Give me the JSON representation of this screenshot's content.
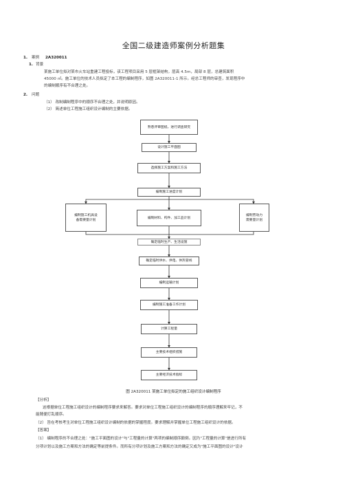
{
  "doc": {
    "title": "全国二级建造师案例分析题集",
    "q1": {
      "num": "1.",
      "label": "案例",
      "code": "2A320011"
    },
    "bg": {
      "num": "1.",
      "label": "背景"
    },
    "bg_lines": [
      "某施工单位拟对某市火车站重建工程投标，该工程项目采用 5 层框架结构，层高 4.5m，局部 8 层，总建筑面积",
      "45000 ㎡。施工单位的技术人员拟定了本工程的编制程序，如图 2A320011-1 所示。经总工程师的审查，发现程序中",
      "的编制顺序有不合理之处。"
    ],
    "q2": {
      "num": "2.",
      "label": "问题"
    },
    "questions": [
      "（1）  改制编制程序中的顺序不合理之处，并说明原因。",
      "（2）  简述单位工程施工组织设计编制的主要依据。"
    ],
    "flow": {
      "n1": "熟悉评审图纸，进行调查研究",
      "n2": "设计施工平面图",
      "n3": "选择施工方案和施工方法",
      "n4": "编制施工进度计划",
      "left1": "编制施工机具设",
      "left2": "备需要量计划",
      "mid": "编制材料、构件、加工品计划",
      "right1": "编制劳动力",
      "right2": "需要量计划",
      "n6": "确定临时生产、生活设施",
      "n7": "确定临时供水、供电、供热管线",
      "n8": "编制运输计划",
      "n9": "编制施工准备工作计划",
      "n10": "计算工程量",
      "n11": "主要技术组织措施",
      "n12": "主要经济技术指标"
    },
    "caption": "图 2A320011 某施工单位拟定的施工组织设计编制程序",
    "analysis_label": "【分析】",
    "analysis_lines": [
      "这根据单位工程施工组织设计的编制程序要求来解答。要求对单位工程施工组织设计的编制程序的顺序理解来牢记，不",
      "能随便打乱顺序。"
    ],
    "analysis2": "（2）  旨在考核考生对单位工程施工组织设计编制的依据的掌握程度。要求理解并掌握单位工程施工组织设计的依据。",
    "answer_label": "【答案】",
    "answer_lines": [
      "（1）  编制程序的不合理之处：\"施工平面图的设计\"与\"工程量的计算\"两项的编制顺序颠倒。因为\"工程量的计算\"是进行所有",
      "分项计划以及施工方案和方法的确定等前提条件。而所有分项计划及施工方案和方法的确定又成为\"施工平面图的设计\"设计"
    ]
  }
}
